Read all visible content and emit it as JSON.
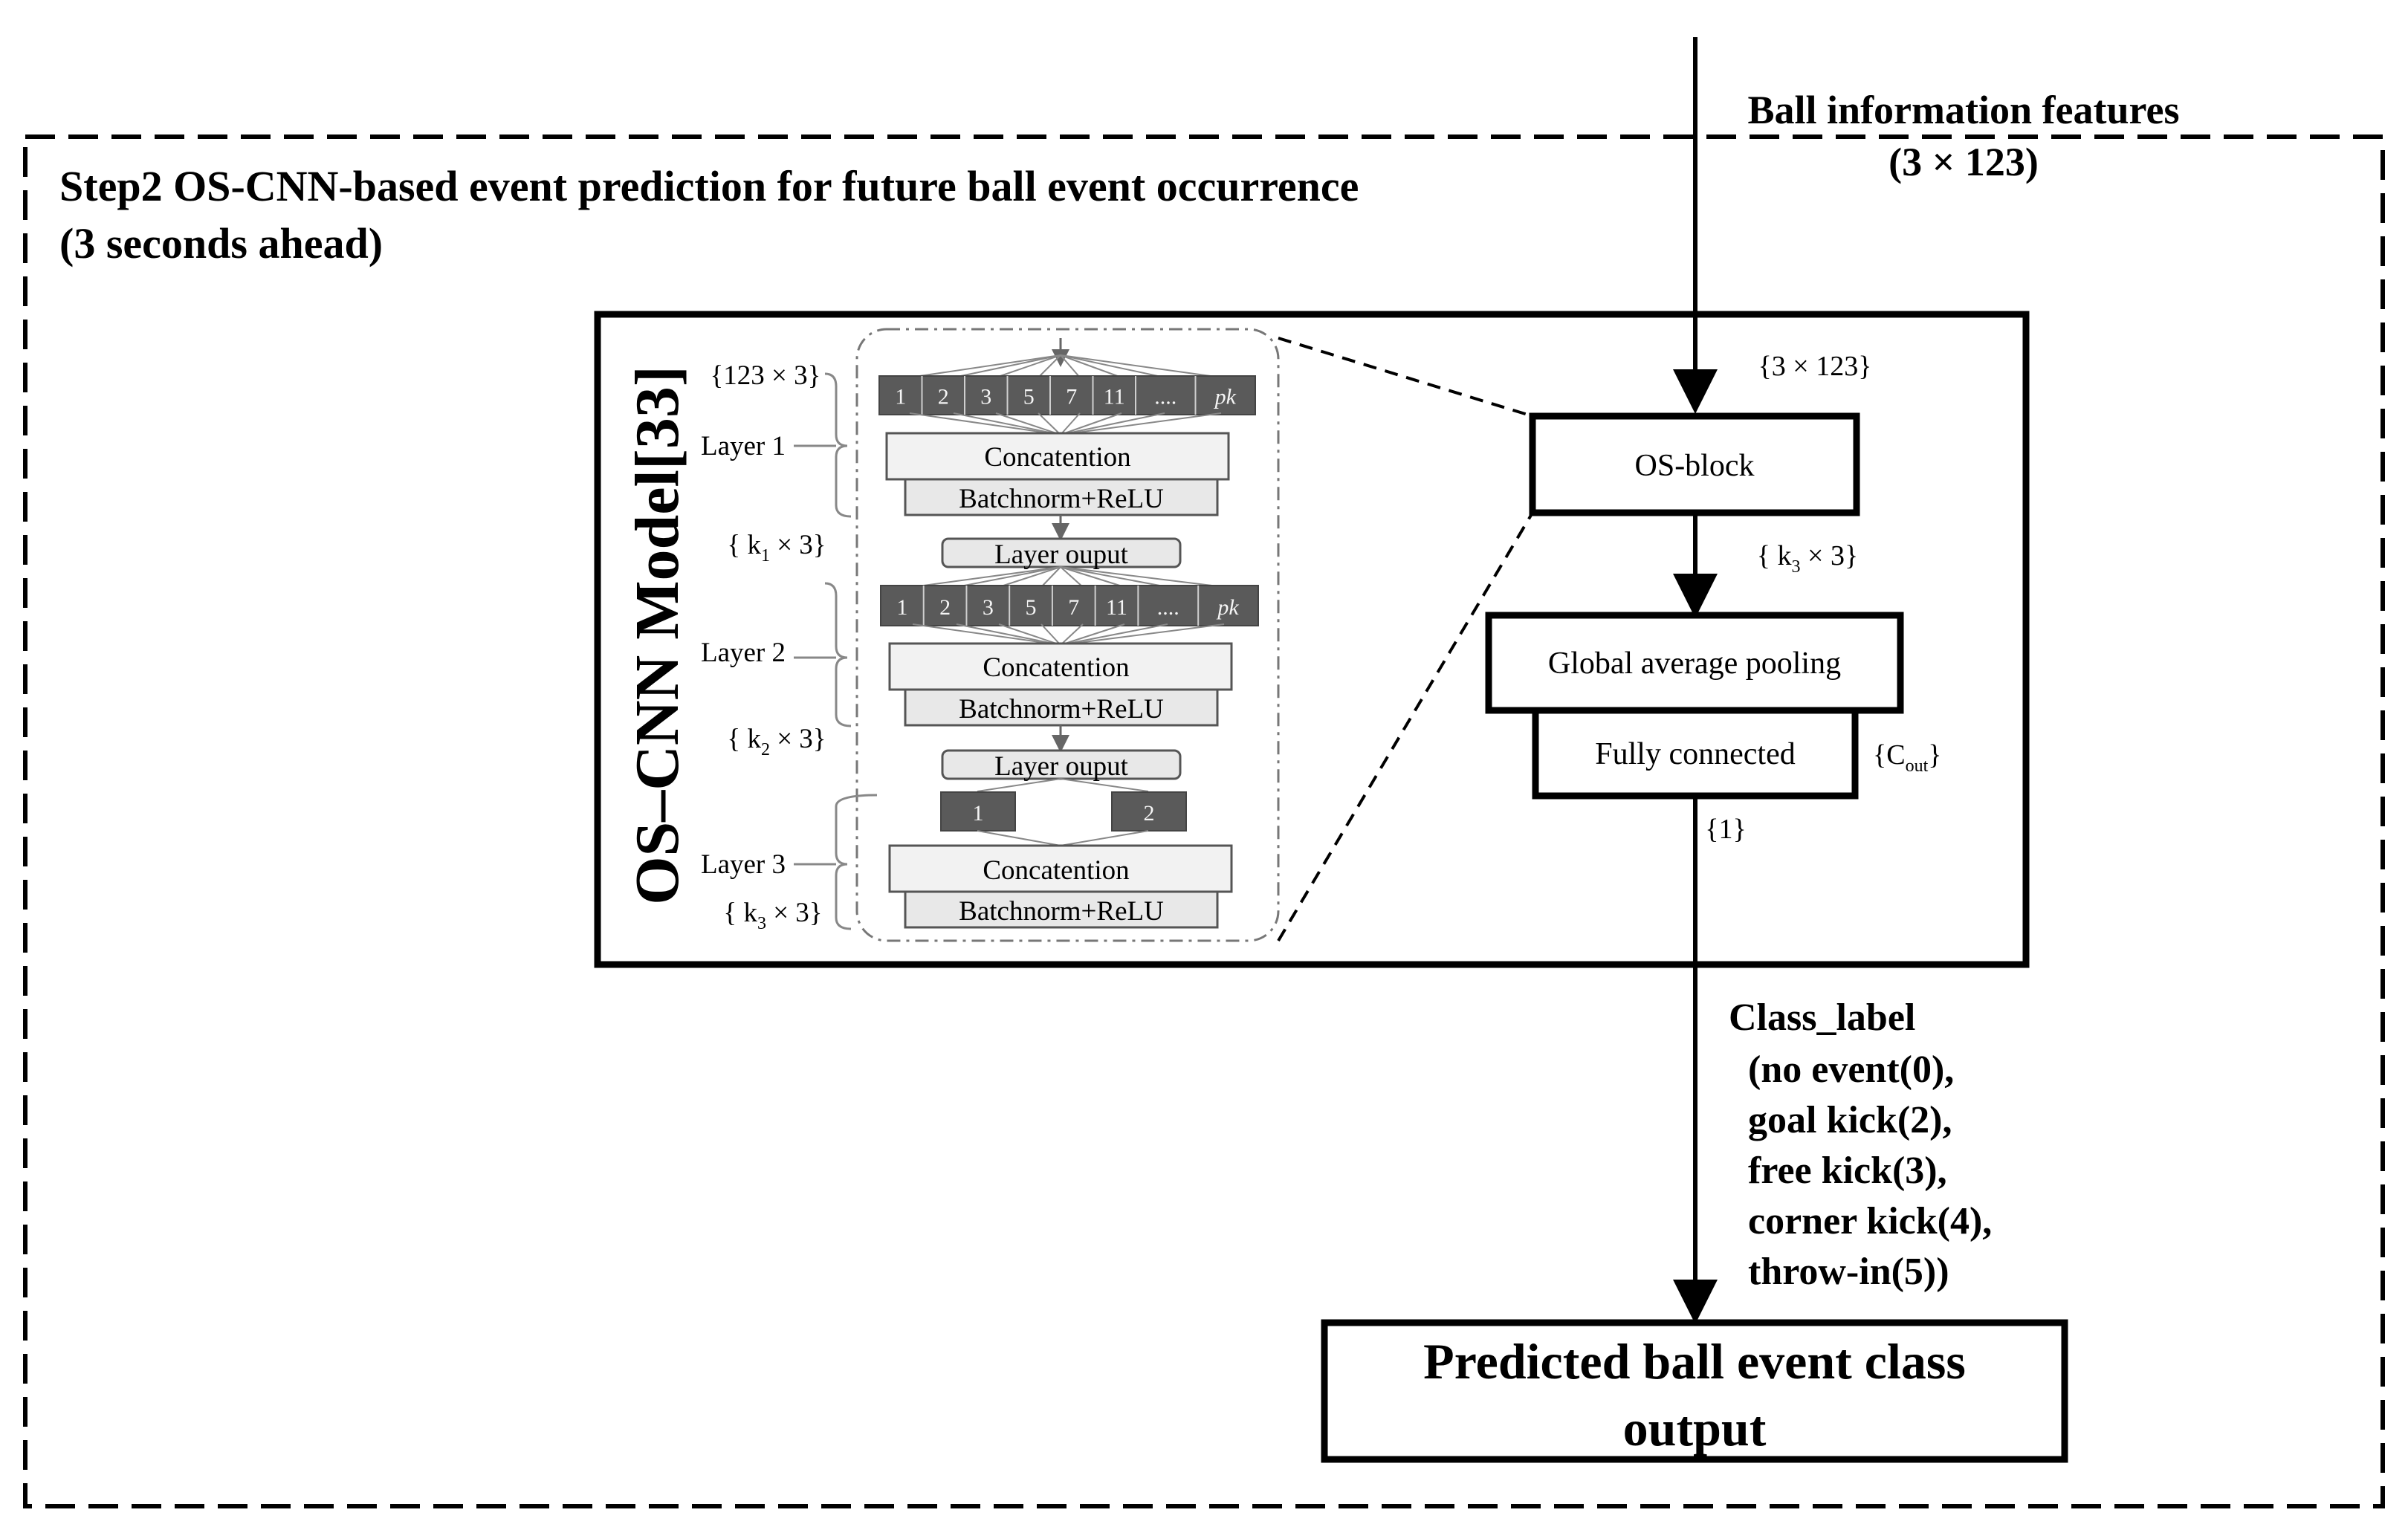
{
  "step": {
    "title_line1": "Step2  OS-CNN-based event prediction for future ball event occurrence",
    "title_line2": "(3 seconds ahead)"
  },
  "input": {
    "label": "Ball information features",
    "dims": "(3 × 123)"
  },
  "model": {
    "vertical_title": "OS–CNN Model[33]",
    "input_dims": "{123 × 3}",
    "layers": [
      {
        "label": "Layer 1",
        "cells": [
          "1",
          "2",
          "3",
          "5",
          "7",
          "11",
          "....",
          "pk"
        ],
        "concat": "Concatention",
        "norm": "Batchnorm+ReLU",
        "output_dims_k": "k",
        "output_dims_sub": "1",
        "output_dims_rest": " × 3}"
      },
      {
        "label": "Layer 2",
        "cells": [
          "1",
          "2",
          "3",
          "5",
          "7",
          "11",
          "....",
          "pk"
        ],
        "concat": "Concatention",
        "norm": "Batchnorm+ReLU",
        "output_dims_k": "k",
        "output_dims_sub": "2",
        "output_dims_rest": " × 3}"
      },
      {
        "label": "Layer 3",
        "cells": [
          "1",
          "2"
        ],
        "concat": "Concatention",
        "norm": "Batchnorm+ReLU",
        "output_dims_k": "k",
        "output_dims_sub": "3",
        "output_dims_rest": " × 3}"
      }
    ],
    "layer_output_label": "Layer ouput",
    "blocks": {
      "os_block": "OS-block",
      "gap": "Global average pooling",
      "fc": "Fully connected"
    },
    "dims_in": "{3 × 123}",
    "dims_k3_k": "k",
    "dims_k3_sub": "3",
    "dims_k3_rest": " × 3}",
    "dims_cout_c": "{C",
    "dims_cout_sub": "out",
    "dims_cout_rest": "}",
    "dims_one": "{1}"
  },
  "class_label": {
    "title": "Class_label",
    "items": [
      "(no event(0),",
      "goal kick(2),",
      "free kick(3),",
      "corner kick(4),",
      "throw-in(5))"
    ]
  },
  "output": {
    "line1": "Predicted ball event class",
    "line2": "output"
  }
}
